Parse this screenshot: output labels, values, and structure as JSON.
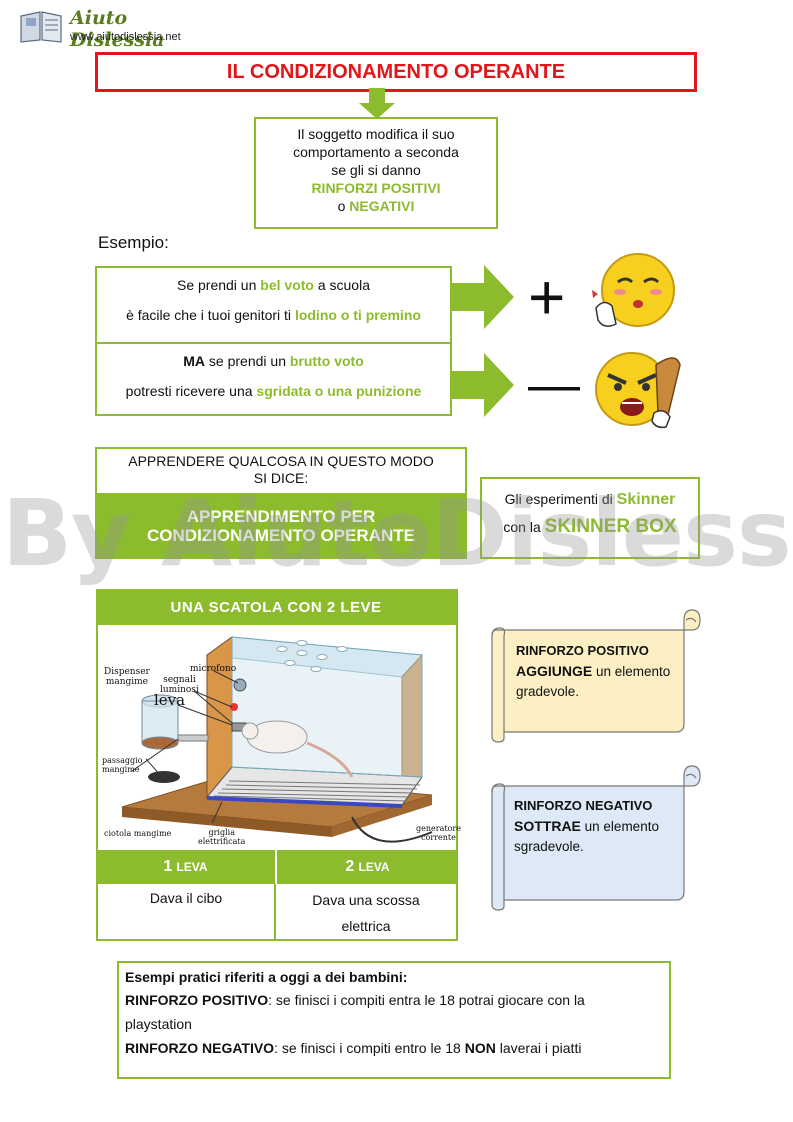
{
  "header": {
    "logo_name": "Aiuto Dislessia",
    "logo_url": "www.aiutodislessia.net"
  },
  "title": "IL CONDIZIONAMENTO OPERANTE",
  "intro": {
    "line1": "Il soggetto modifica il suo",
    "line2": "comportamento a seconda",
    "line3": "se gli si danno",
    "positive": "RINFORZI POSITIVI",
    "o": "o",
    "negative": "NEGATIVI"
  },
  "example_label": "Esempio:",
  "example_positive": {
    "t1": "Se prendi un",
    "h1": "bel voto",
    "t2": "a scuola",
    "t3": "è facile che i tuoi genitori ti",
    "h2": "lodino o ti premino",
    "sign": "+"
  },
  "example_negative": {
    "ma": "MA",
    "t1": "se prendi un",
    "h1": "brutto voto",
    "t2": "potresti ricevere una",
    "h2": "sgridata o una punizione",
    "sign": "—"
  },
  "learning": {
    "line1": "APPRENDERE QUALCOSA IN QUESTO MODO",
    "line2": "SI DICE:",
    "bar1": "APPRENDIMENTO PER",
    "bar2": "CONDIZIONAMENTO OPERANTE"
  },
  "skinner": {
    "t1": "Gli esperimenti di",
    "h1": "Skinner",
    "t2": "con la",
    "h2": "SKINNER BOX"
  },
  "watermark": "By AiutoDislessia.net",
  "box": {
    "header": "UNA SCATOLA CON 2 LEVE",
    "labels": {
      "microfono": "microfono",
      "dispenser1": "Dispenser",
      "dispenser2": "mangime",
      "segnali1": "segnali",
      "segnali2": "luminosi",
      "leva": "leva",
      "passaggio1": "passaggio",
      "passaggio2": "mangime",
      "ciotola": "ciotola mangime",
      "griglia1": "griglia",
      "griglia2": "elettrificata",
      "generatore1": "generatore",
      "generatore2": "corrente"
    },
    "lever1_num": "1",
    "lever1_word": "LEVA",
    "lever2_num": "2",
    "lever2_word": "LEVA",
    "lever1_desc": "Dava il cibo",
    "lever2_desc1": "Dava una scossa",
    "lever2_desc2": "elettrica"
  },
  "scroll_positive": {
    "l1": "RINFORZO POSITIVO",
    "strong": "AGGIUNGE",
    "l2": "un elemento",
    "l3": "gradevole."
  },
  "scroll_negative": {
    "l1": "RINFORZO NEGATIVO",
    "strong": "SOTTRAE",
    "l2": "un elemento",
    "l3": "sgradevole."
  },
  "practical": {
    "title": "Esempi pratici riferiti a oggi a dei bambini:",
    "pos_label": "RINFORZO POSITIVO",
    "pos_text1": ": se finisci i compiti entra le 18 potrai giocare con la",
    "pos_text2": "playstation",
    "neg_label": "RINFORZO NEGATIVO",
    "neg_text1": ": se finisci i compiti entro le 18",
    "neg_non": "NON",
    "neg_text2": "laverai i piatti"
  },
  "colors": {
    "green": "#8cbc2e",
    "red": "#e0161b",
    "scroll_positive_fill": "#fdefc4",
    "scroll_negative_fill": "#dde9f6"
  }
}
